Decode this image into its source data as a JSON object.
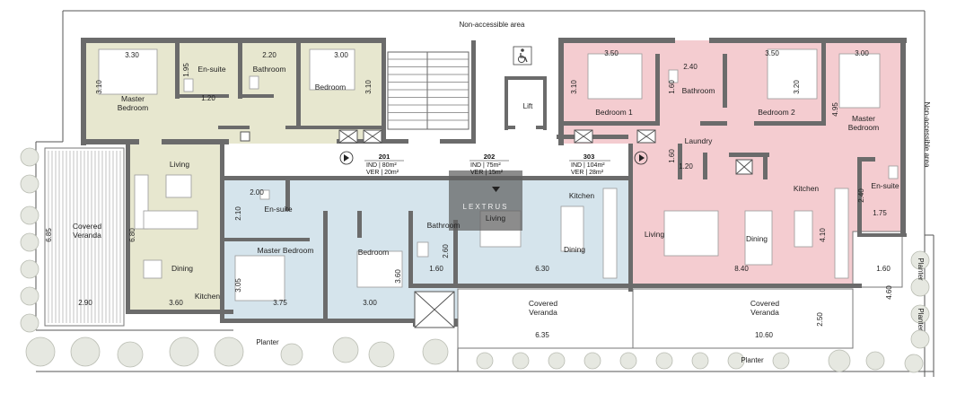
{
  "colors": {
    "unit201": "#e7e7cf",
    "unit202": "#d5e4ec",
    "unit303": "#f4ccd0",
    "walls": "#6b6b6b",
    "watermark_box": "#5f5f5f"
  },
  "labels": {
    "non_accessible_top": "Non-accessible area",
    "non_accessible_right": "Non-accessible area",
    "lift": "Lift",
    "planter_bottom_left": "Planter",
    "planter_bottom_right": "Planter",
    "planter_right": "Planter",
    "planter_right2": "Planter",
    "wheelchair_icon": "accessible-icon"
  },
  "units": [
    {
      "number": "201",
      "ind": "IND  | 80m²",
      "ver": "VER  | 20m²"
    },
    {
      "number": "202",
      "ind": "IND  | 75m²",
      "ver": "VER  | 15m²"
    },
    {
      "number": "303",
      "ind": "IND  | 104m²",
      "ver": "VER  | 28m²"
    }
  ],
  "rooms": {
    "u201_master": "Master\nBedroom",
    "u201_ensuite": "En-suite",
    "u201_bathroom": "Bathroom",
    "u201_bedroom": "Bedroom",
    "u201_living": "Living",
    "u201_dining": "Dining",
    "u201_kitchen": "Kitchen",
    "u201_veranda": "Covered\nVeranda",
    "u202_ensuite": "En-suite",
    "u202_master": "Master Bedroom",
    "u202_bedroom": "Bedroom",
    "u202_bathroom": "Bathroom",
    "u202_living": "Living",
    "u202_kitchen": "Kitchen",
    "u202_dining": "Dining",
    "u202_veranda": "Covered\nVeranda",
    "u303_bedroom1": "Bedroom 1",
    "u303_bathroom": "Bathroom",
    "u303_bedroom2": "Bedroom 2",
    "u303_laundry": "Laundry",
    "u303_master": "Master\nBedroom",
    "u303_ensuite": "En-suite",
    "u303_kitchen": "Kitchen",
    "u303_living": "Living",
    "u303_dining": "Dining",
    "u303_veranda": "Covered\nVeranda"
  },
  "dimensions": {
    "d330": "3.30",
    "d310a": "3.10",
    "d195": "1.95",
    "d120a": "1.20",
    "d220": "2.20",
    "d300a": "3.00",
    "d310b": "3.10",
    "d685": "6.85",
    "d680": "6.80",
    "d290": "2.90",
    "d360a": "3.60",
    "d200": "2.00",
    "d210": "2.10",
    "d305": "3.05",
    "d375": "3.75",
    "d300b": "3.00",
    "d360b": "3.60",
    "d260": "2.60",
    "d160a": "1.60",
    "d630": "6.30",
    "d635": "6.35",
    "d350a": "3.50",
    "d240a": "2.40",
    "d350b": "3.50",
    "d300c": "3.00",
    "d310c": "3.10",
    "d160b": "1.60",
    "d320": "3.20",
    "d495": "4.95",
    "d160c": "1.60",
    "d120b": "1.20",
    "d240b": "2.40",
    "d175": "1.75",
    "d410": "4.10",
    "d840": "8.40",
    "d160d": "1.60",
    "d460": "4.60",
    "d250": "2.50",
    "d1060": "10.60"
  },
  "watermark": "LEXTRUS"
}
